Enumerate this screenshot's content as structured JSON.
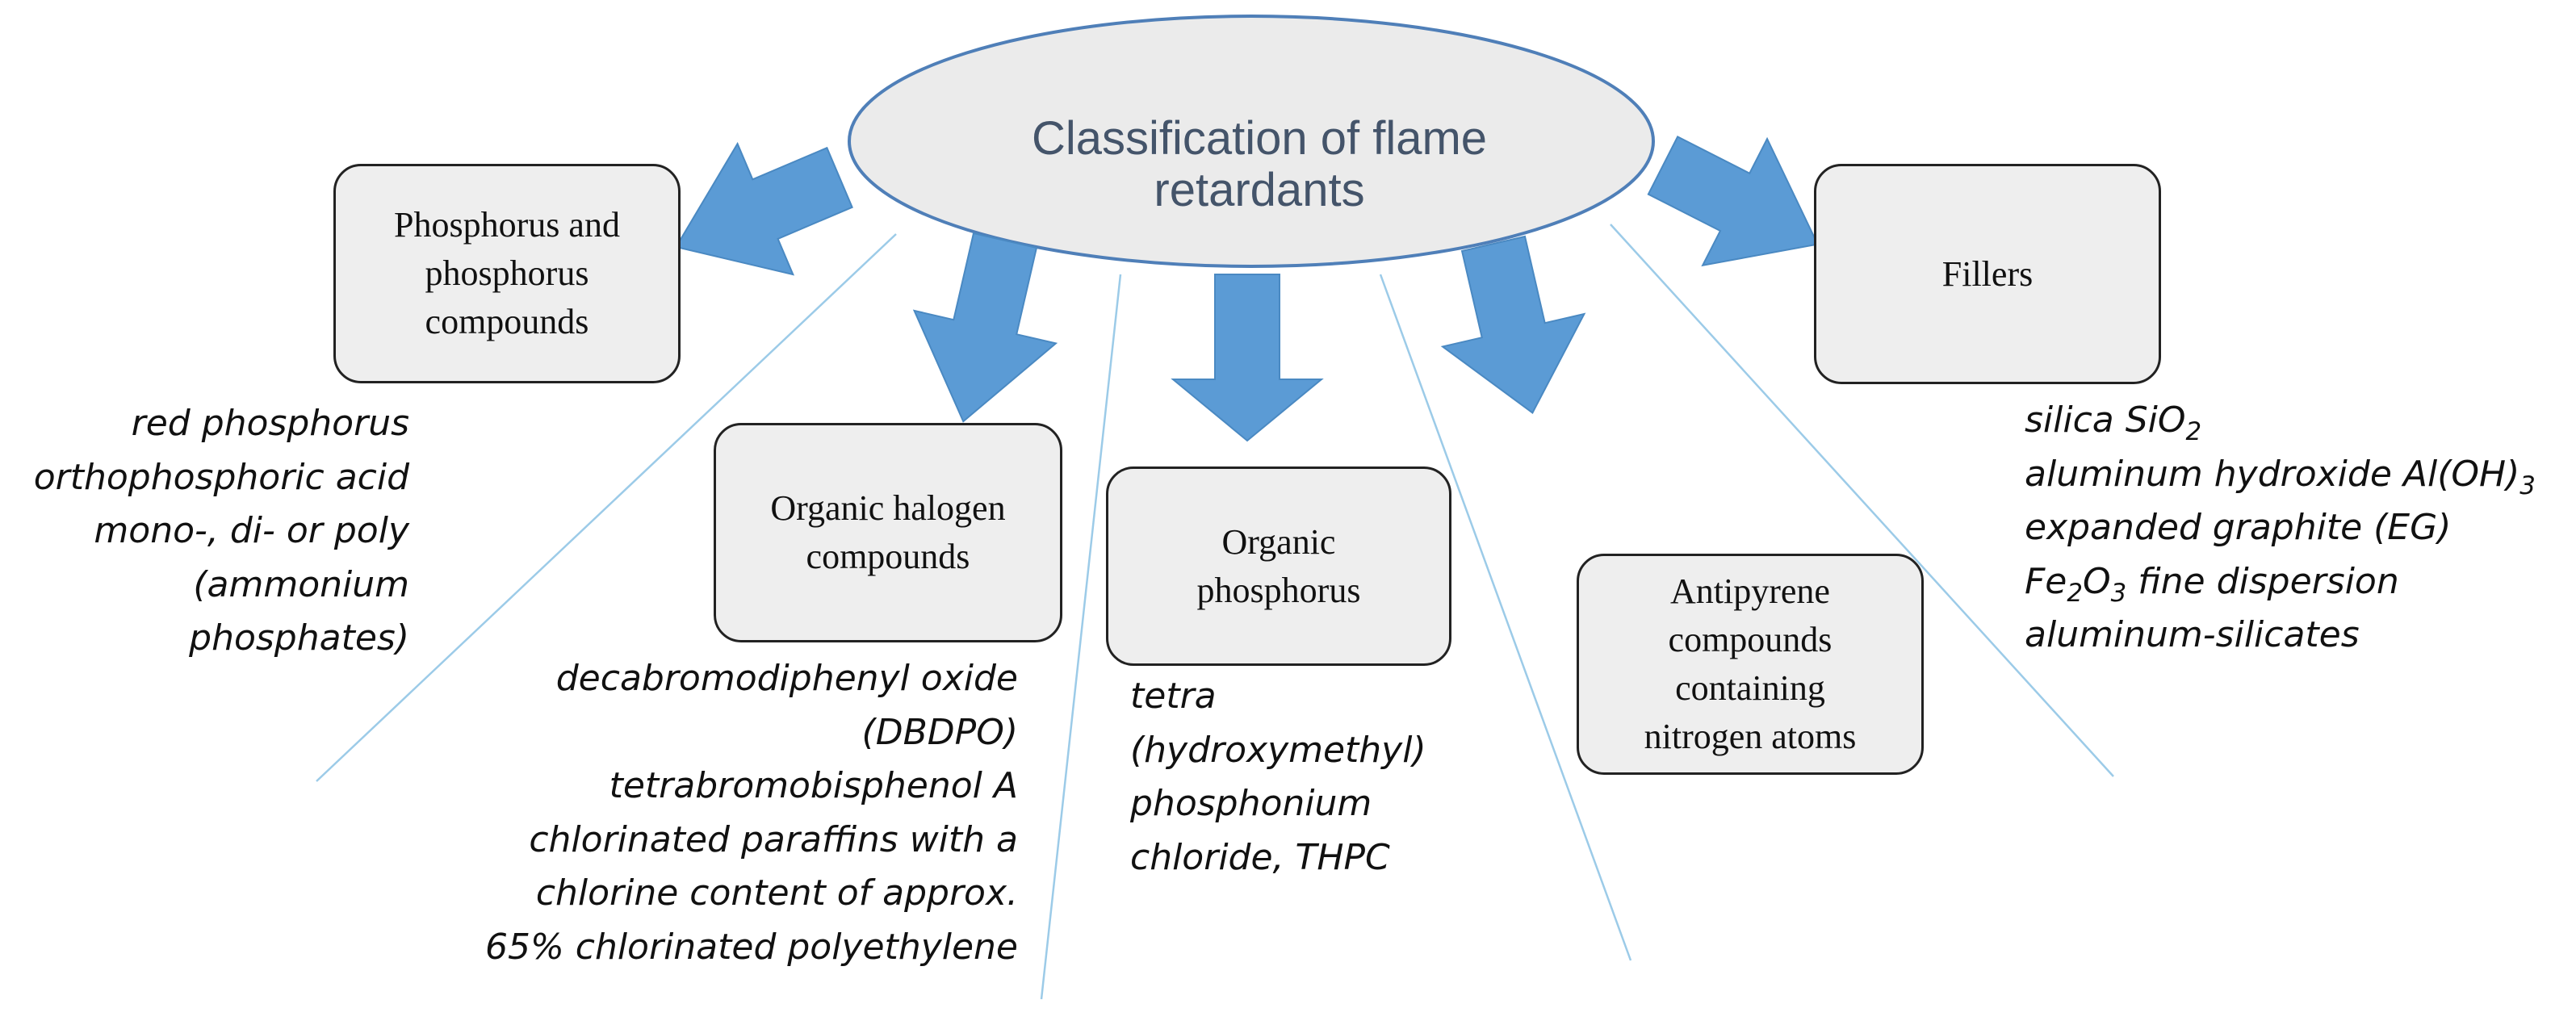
{
  "title": [
    "Classification of flame",
    "retardants"
  ],
  "categories": {
    "phosphorus": {
      "label": [
        "Phosphorus and",
        "phosphorus",
        "compounds"
      ],
      "items": [
        "red phosphorus",
        "orthophosphoric acid",
        "mono-, di- or poly",
        "(ammonium",
        "phosphates)"
      ]
    },
    "halogen": {
      "label": [
        "Organic halogen",
        "compounds"
      ],
      "items": [
        "decabromodiphenyl oxide",
        "(DBDPO)",
        "tetrabromobisphenol A",
        "chlorinated paraffins with a",
        "chlorine content of approx.",
        "65% chlorinated polyethylene"
      ]
    },
    "organic_phosphorus": {
      "label": [
        "Organic",
        "phosphorus"
      ],
      "items": [
        "tetra",
        "(hydroxymethyl)",
        "phosphonium",
        "chloride, THPC"
      ]
    },
    "nitrogen": {
      "label": [
        "Antipyrene",
        "compounds",
        "containing",
        "nitrogen atoms"
      ]
    },
    "fillers": {
      "label": [
        "Fillers"
      ],
      "items": [
        {
          "text": "silica SiO",
          "sub": "2"
        },
        {
          "text": "aluminum hydroxide Al(OH)",
          "sub": "3"
        },
        {
          "text": "expanded graphite (EG)"
        },
        {
          "text": "Fe",
          "sub": "2",
          "mid": "O",
          "sub2": "3",
          "after": " fine dispersion"
        },
        {
          "text": "aluminum-silicates"
        }
      ]
    }
  },
  "colors": {
    "arrow": "#5b9bd5",
    "ellipse_fill": "#ebebeb",
    "ellipse_stroke": "#4f7fb8",
    "title_text": "#44546a",
    "box_fill": "#eeeeee",
    "line": "#9ccbe8"
  }
}
